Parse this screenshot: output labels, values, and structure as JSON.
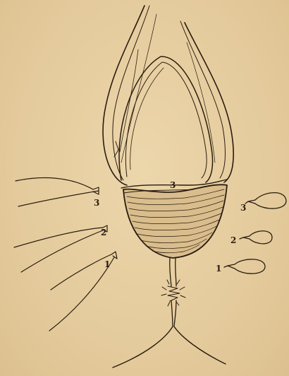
{
  "colors": {
    "paper": "#e6cfa3",
    "ink": "#2a1d10"
  },
  "labels": {
    "center": "3",
    "left": [
      "3",
      "2",
      "1"
    ],
    "right": [
      "3",
      "2",
      "1"
    ]
  }
}
